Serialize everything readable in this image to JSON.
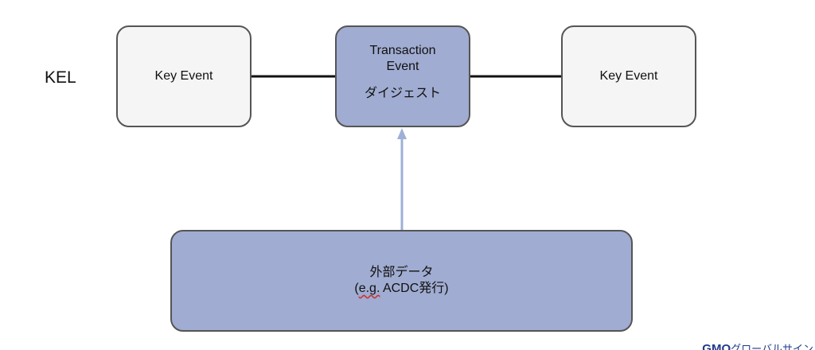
{
  "diagram": {
    "kel_label": "KEL",
    "nodes": {
      "key_event_left": {
        "label": "Key Event"
      },
      "transaction_event": {
        "title": "Transaction Event",
        "subtitle": "ダイジェスト"
      },
      "key_event_right": {
        "label": "Key Event"
      },
      "external_data": {
        "line1": "外部データ",
        "line2_prefix": "(",
        "line2_eg": "e.g.",
        "line2_rest": " ACDC発行)"
      }
    },
    "edges": [
      {
        "from": "key_event_left",
        "to": "transaction_event",
        "style": "solid-black"
      },
      {
        "from": "transaction_event",
        "to": "key_event_right",
        "style": "solid-black"
      },
      {
        "from": "external_data",
        "to": "transaction_event",
        "style": "arrow-blue"
      }
    ],
    "colors": {
      "blue_box": "#a0acd1",
      "light_box": "#f5f5f5",
      "border": "#555555",
      "arrow": "#9eb0d6",
      "line": "#111111"
    }
  },
  "footer": {
    "logo_mark": "GMO",
    "logo_text": "グローバルサイン"
  }
}
